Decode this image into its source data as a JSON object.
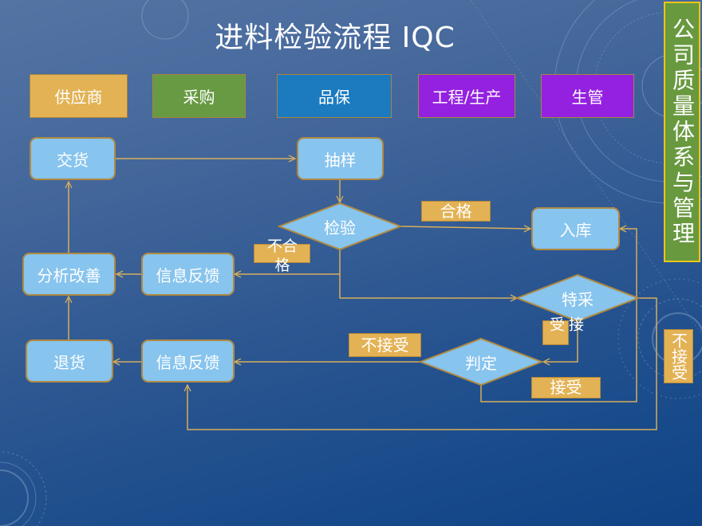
{
  "title": "进料检验流程 IQC",
  "side_banner": "公司质量体系与管理",
  "legend": [
    {
      "id": "supplier",
      "label": "供应商",
      "color": "#e3b254"
    },
    {
      "id": "purchasing",
      "label": "采购",
      "color": "#679a42"
    },
    {
      "id": "quality",
      "label": "品保",
      "color": "#1c7bbf"
    },
    {
      "id": "engineering",
      "label": "工程/生产",
      "color": "#9421e0"
    },
    {
      "id": "production-control",
      "label": "生管",
      "color": "#9421e0"
    }
  ],
  "nodes": {
    "delivery": "交货",
    "sampling": "抽样",
    "inspection": "检验",
    "warehousing": "入库",
    "special_acceptance": "特采",
    "judgment": "判定",
    "analysis_improvement": "分析改善",
    "feedback_upper": "信息反馈",
    "feedback_lower": "信息反馈",
    "return_goods": "退货"
  },
  "edge_labels": {
    "pass": "合格",
    "fail": "不合格",
    "accept_special": "接受",
    "reject_judgment": "不接受",
    "accept_judgment": "接受",
    "reject_special": "不接受"
  },
  "colors": {
    "node_fill": "#87c4ee",
    "node_border": "#b08a42",
    "connector": "#d6ad5c",
    "tag_fill": "#e3b254",
    "side_fill": "#68993f",
    "side_border": "#f0c419"
  }
}
